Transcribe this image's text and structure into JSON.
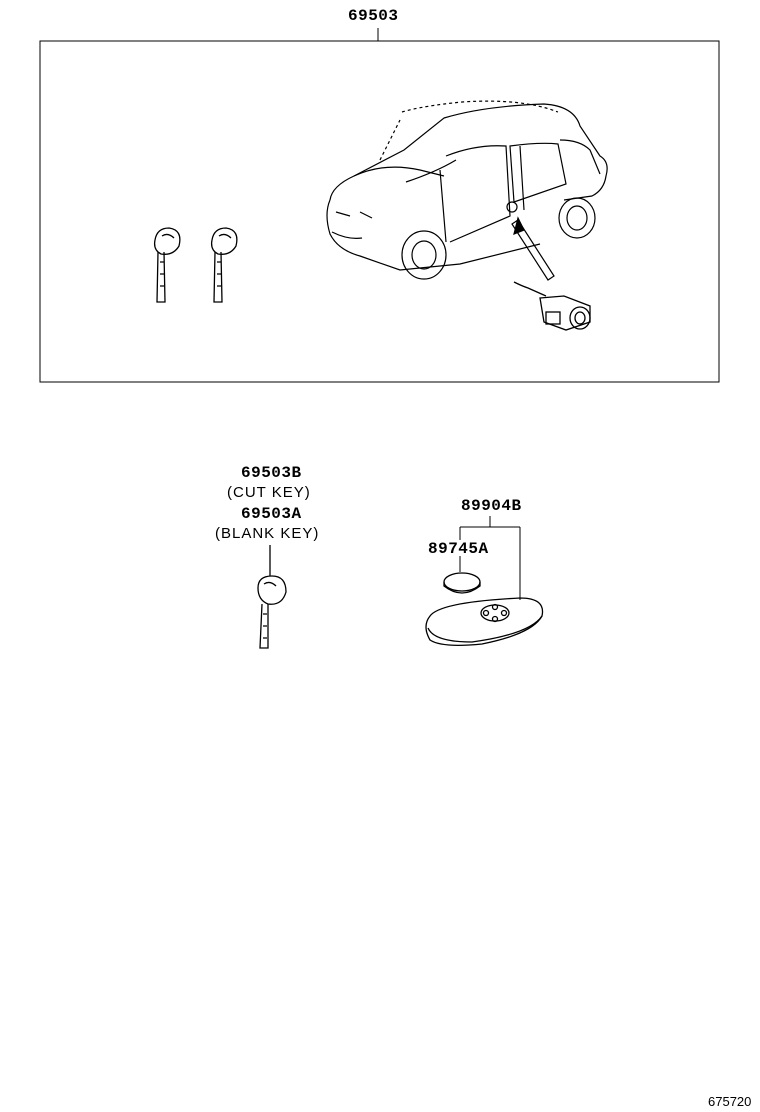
{
  "diagram": {
    "assembly_part_number": "69503",
    "key_cut_part_number": "69503B",
    "key_cut_desc": "(CUT KEY)",
    "key_blank_part_number": "69503A",
    "key_blank_desc": "(BLANK KEY)",
    "transmitter_part_number": "89904B",
    "battery_part_number": "89745A",
    "illustration_ref": "675720"
  }
}
